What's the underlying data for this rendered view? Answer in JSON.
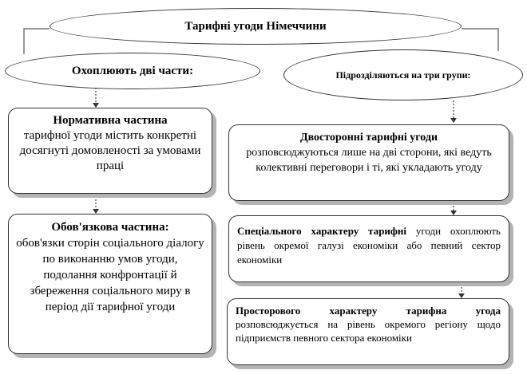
{
  "top": {
    "title": "Тарифні угоди Німеччини"
  },
  "left_head": {
    "label": "Охоплюють дві части:"
  },
  "right_head": {
    "label": "Підрозділяються на три групи:"
  },
  "boxes": {
    "normative": {
      "title": "Нормативна частина",
      "body": "тарифної угоди містить конкретні досягнуті домовленості за умовами праці"
    },
    "obligatory": {
      "title": "Обов'язкова частина:",
      "body": "обов'язки сторін соціального діалогу по виконанню умов угоди, подолання конфронтації й збереження соціального миру в період дії тарифної угоди"
    },
    "bilateral": {
      "title": "Двосторонні тарифні угоди",
      "body": "розповсюджуються лише на дві сторони, які ведуть колективні переговори і ті, які укладають угоду"
    },
    "special": {
      "title": "Спеціального характеру тарифні",
      "body": "угоди охоплюють рівень окремої галузі економіки або певний сектор економіки"
    },
    "spatial": {
      "title": "Просторового характеру тарифна угода",
      "body": "розповсюджується на рівень окремого регіону щодо підприємств певного сектора економіки"
    }
  }
}
